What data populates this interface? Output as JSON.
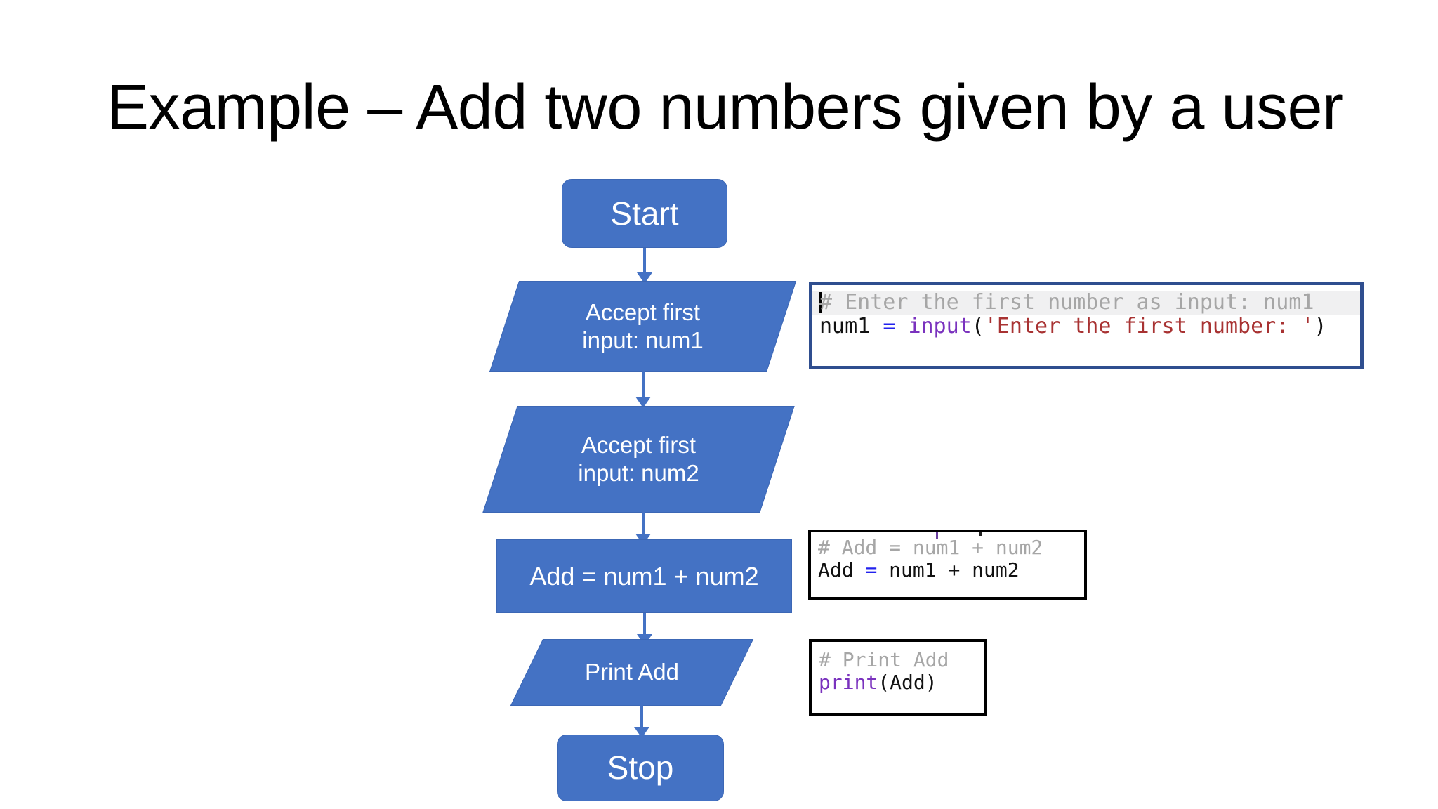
{
  "slide": {
    "title": "Example – Add two numbers given by a user",
    "background_color": "#FFFFFF"
  },
  "theme": {
    "node_fill": "#4472C4",
    "node_border": "#3C67B5",
    "node_text": "#FFFFFF",
    "connector_color": "#4472C4",
    "code_border_navy": "#2F4E8F",
    "code_border_black": "#000000",
    "comment_color": "#A6A6A6",
    "operator_color": "#2222EE",
    "function_color": "#7A32BE",
    "string_color": "#A83232",
    "highlight_row": "#F0F0F1"
  },
  "flowchart": {
    "nodes": [
      {
        "id": "start",
        "shape": "terminator",
        "label": "Start"
      },
      {
        "id": "input1",
        "shape": "parallelogram",
        "label": "Accept first\ninput: num1"
      },
      {
        "id": "input2",
        "shape": "parallelogram",
        "label": "Accept first\ninput: num2"
      },
      {
        "id": "add",
        "shape": "process",
        "label": "Add = num1 + num2"
      },
      {
        "id": "print",
        "shape": "parallelogram",
        "label": "Print Add"
      },
      {
        "id": "stop",
        "shape": "terminator",
        "label": "Stop"
      }
    ]
  },
  "code_boxes": [
    {
      "id": "code-input1",
      "border_style": "navy",
      "lines": [
        {
          "highlighted": true,
          "caret": true,
          "tokens": [
            {
              "text": "# Enter the first number as input: num1",
              "type": "comment"
            }
          ]
        },
        {
          "highlighted": false,
          "caret": false,
          "tokens": [
            {
              "text": "num1 ",
              "type": "name"
            },
            {
              "text": "= ",
              "type": "op"
            },
            {
              "text": "input",
              "type": "func"
            },
            {
              "text": "(",
              "type": "punct"
            },
            {
              "text": "'Enter the first number: '",
              "type": "string"
            },
            {
              "text": ")",
              "type": "punct"
            }
          ]
        }
      ]
    },
    {
      "id": "code-add",
      "border_style": "blackbox",
      "lines": [
        {
          "highlighted": false,
          "caret": false,
          "tokens": [
            {
              "text": "# Add = num1 + num2",
              "type": "comment"
            }
          ]
        },
        {
          "highlighted": false,
          "caret": false,
          "tokens": [
            {
              "text": "Add ",
              "type": "name"
            },
            {
              "text": "= ",
              "type": "op"
            },
            {
              "text": "num1 + num2",
              "type": "name"
            }
          ]
        }
      ]
    },
    {
      "id": "code-print",
      "border_style": "blackbox",
      "lines": [
        {
          "highlighted": false,
          "caret": false,
          "tokens": [
            {
              "text": "# Print Add",
              "type": "comment"
            }
          ]
        },
        {
          "highlighted": false,
          "caret": false,
          "tokens": [
            {
              "text": "print",
              "type": "func"
            },
            {
              "text": "(Add)",
              "type": "punct"
            }
          ]
        }
      ]
    }
  ]
}
